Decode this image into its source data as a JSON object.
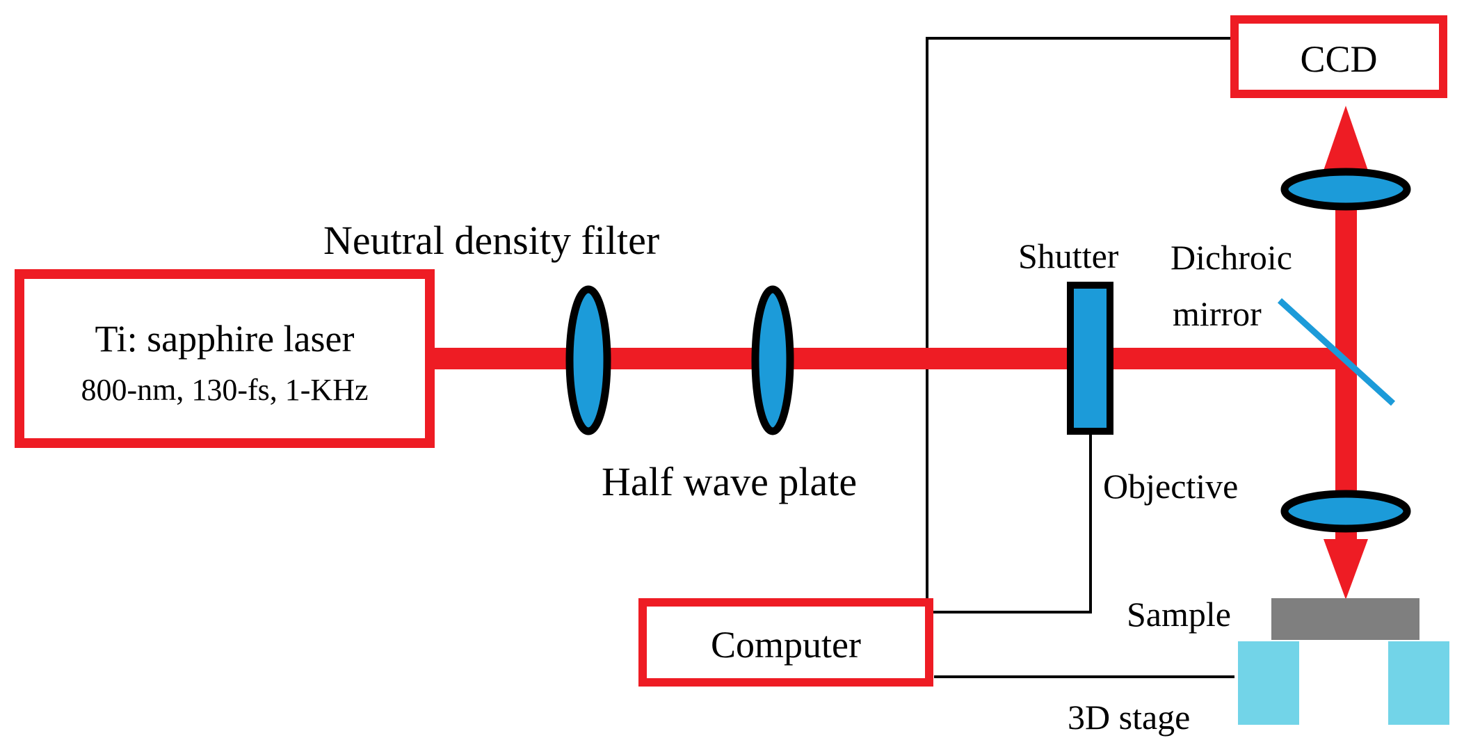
{
  "colors": {
    "beam": "#ee1c24",
    "box_border": "#ee1c24",
    "optic_fill": "#1c9bd9",
    "optic_stroke": "#000000",
    "mirror": "#1c9bd9",
    "sample": "#7f7f7f",
    "stage": "#72d4e8",
    "wire": "#000000"
  },
  "laser": {
    "name": "Ti: sapphire laser",
    "specs": "800-nm, 130-fs, 1-KHz"
  },
  "components": {
    "nd_filter": "Neutral density filter",
    "half_wave_plate": "Half wave plate",
    "shutter": "Shutter",
    "dichroic_line1": "Dichroic",
    "dichroic_line2": "mirror",
    "objective": "Objective",
    "sample": "Sample",
    "stage": "3D stage",
    "ccd": "CCD",
    "computer": "Computer"
  }
}
